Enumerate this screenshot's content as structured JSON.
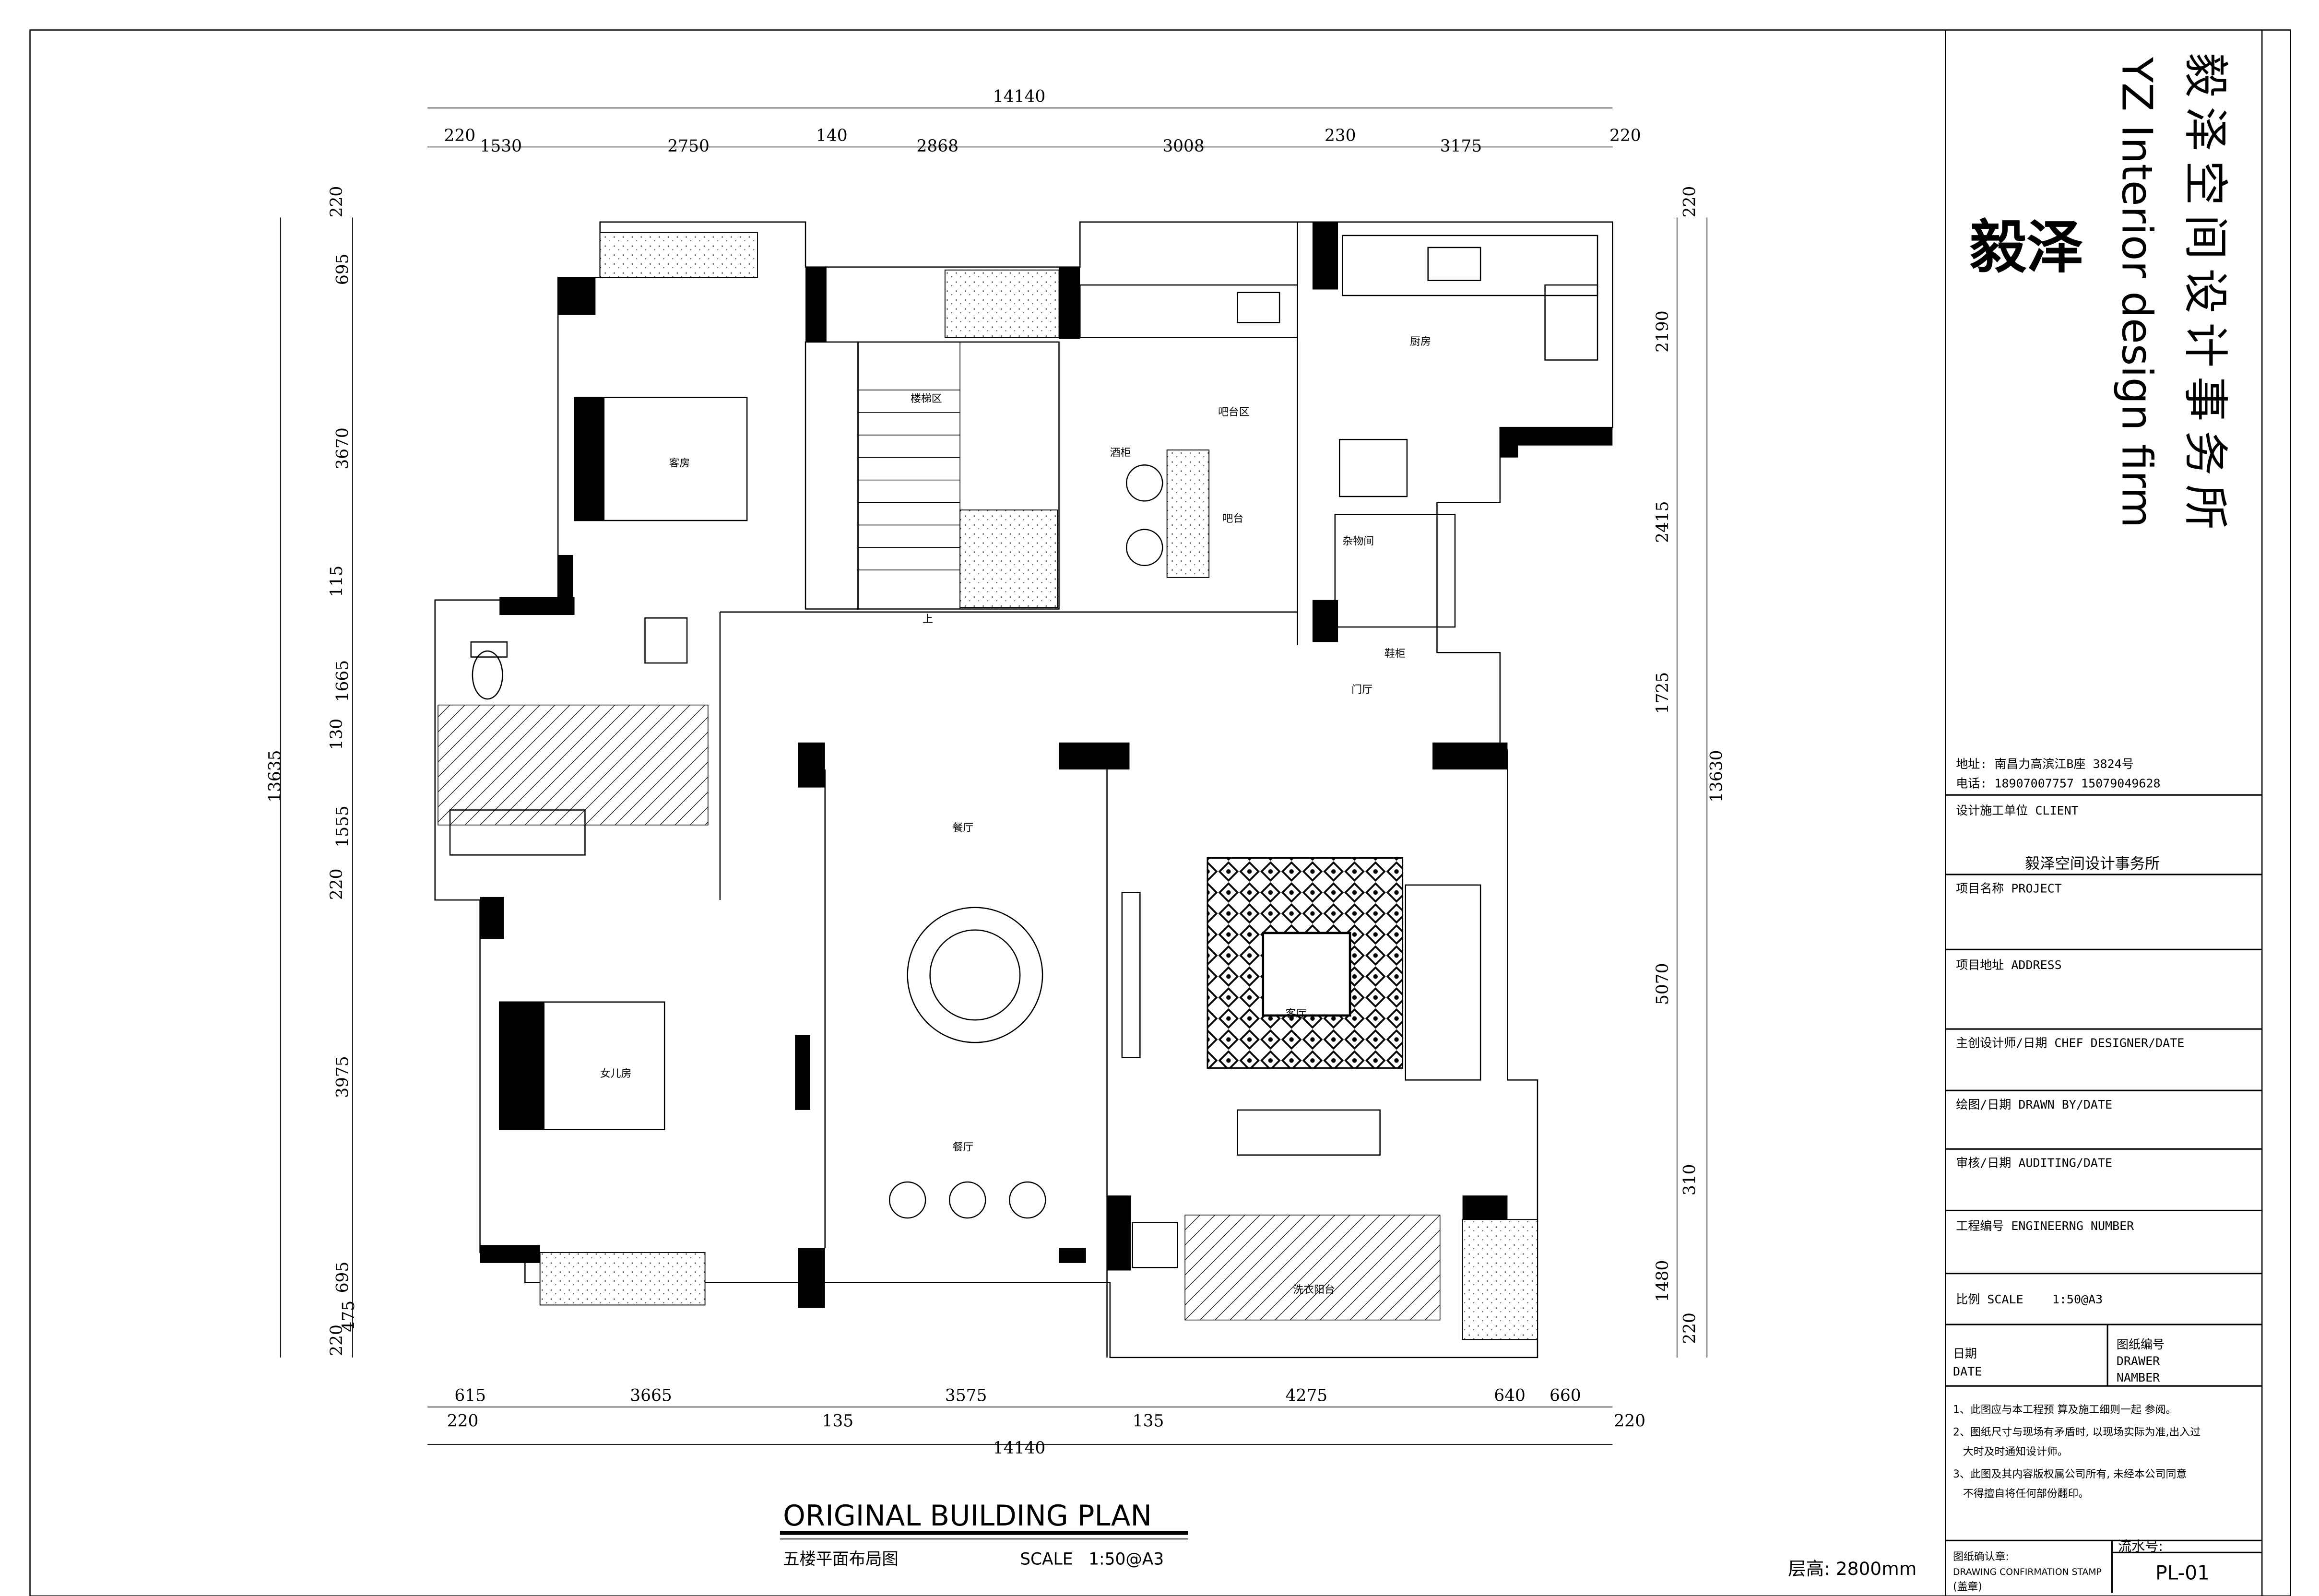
{
  "plan": {
    "rooms": {
      "stair": "楼梯区",
      "up": "上",
      "bar_area": "吧台区",
      "wine_cabinet": "酒柜",
      "bar": "吧台",
      "kitchen": "厨房",
      "guest_room": "客房",
      "storage": "杂物间",
      "shoe_cabinet": "鞋柜",
      "foyer": "门厅",
      "dining1": "餐厅",
      "dining2": "餐厅",
      "living": "客厅",
      "daughter_room": "女儿房",
      "laundry_balcony": "洗衣阳台"
    },
    "dims_top": {
      "total": "14140",
      "d": [
        "220",
        "1530",
        "2750",
        "140",
        "2868",
        "3008",
        "230",
        "3175",
        "220"
      ]
    },
    "dims_bottom": {
      "total": "14140",
      "d": [
        "615",
        "3665",
        "3575",
        "4275",
        "640",
        "660",
        "220",
        "135",
        "135",
        "220"
      ]
    },
    "dims_left": {
      "total": "13635",
      "d": [
        "220",
        "695",
        "3670",
        "115",
        "1665",
        "130",
        "1555",
        "220",
        "3975",
        "695",
        "475",
        "220"
      ]
    },
    "dims_right": {
      "total": "13630",
      "d": [
        "220",
        "2190",
        "2415",
        "1725",
        "5070",
        "310",
        "1480",
        "220"
      ]
    },
    "title_en": "ORIGINAL BUILDING PLAN",
    "title_cn": "五楼平面布局图",
    "scale": "SCALE   1:50@A3",
    "floor_height": "层高: 2800mm"
  },
  "title_block": {
    "logo": "毅泽",
    "firm_cn": "毅泽空间设计事务所",
    "firm_en": "YZ Interior design firm",
    "address": "地址: 南昌力高滨江B座 3824号",
    "phone": "电话: 18907007757 15079049628",
    "client_label": "设计施工单位 CLIENT",
    "client_value": "毅泽空间设计事务所",
    "project": "项目名称 PROJECT",
    "address_label": "项目地址 ADDRESS",
    "chef_designer": "主创设计师/日期 CHEF DESIGNER/DATE",
    "drawn_by": "绘图/日期 DRAWN BY/DATE",
    "auditing": "审核/日期 AUDITING/DATE",
    "eng_number": "工程编号 ENGINEERNG NUMBER",
    "scale": "比例 SCALE    1:50@A3",
    "date_cn": "日期",
    "date_en": "DATE",
    "drawer_cn": "图纸编号",
    "drawer_en1": "DRAWER",
    "drawer_en2": "NAMBER",
    "notes": [
      "1、此图应与本工程预 算及施工细则一起 参阅。",
      "2、图纸尺寸与现场有矛盾时, 以现场实际为准,出入过",
      "   大时及时通知设计师。",
      "3、此图及其内容版权属公司所有, 未经本公司同意",
      "   不得擅自将任何部份翻印。"
    ],
    "stamp_cn": "图纸确认章:",
    "stamp_en": "DRAWING CONFIRMATION STAMP",
    "stamp_note": "(盖章)",
    "serial_label": "流水号:",
    "sheet_no": "PL-01"
  }
}
